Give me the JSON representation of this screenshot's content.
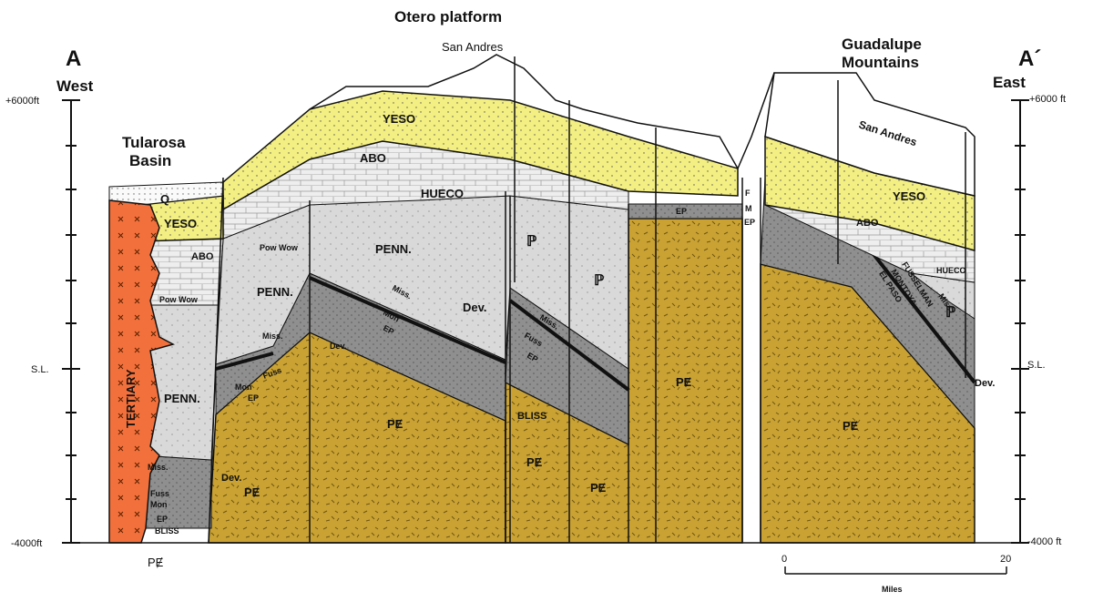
{
  "headings": {
    "a_left": "A",
    "a_right": "A´",
    "west": "West",
    "east": "East",
    "otero": "Otero platform",
    "san_andres_top": "San Andres",
    "guadalupe_1": "Guadalupe",
    "guadalupe_2": "Mountains",
    "tularosa_1": "Tularosa",
    "tularosa_2": "Basin"
  },
  "axis": {
    "left_top": "+6000ft",
    "left_sl": "S.L.",
    "left_bottom": "-4000ft",
    "right_top": "+6000 ft",
    "right_sl": "S.L.",
    "right_bottom": "-4000 ft"
  },
  "scale": {
    "start": "0",
    "end": "20",
    "unit": "Miles"
  },
  "units": {
    "yeso_main": "YESO",
    "yeso_left": "YESO",
    "yeso_right": "YESO",
    "abo_main": "ABO",
    "abo_left": "ABO",
    "abo_right": "ABO",
    "hueco_main": "HUECO",
    "hueco_right": "HUECO",
    "q": "Q",
    "powwow_1": "Pow Wow",
    "powwow_2": "Pow Wow",
    "penn_1": "PENN.",
    "penn_2": "PENN.",
    "penn_3": "PENN.",
    "tertiary": "TERTIARY",
    "san_andres_right": "San Andres",
    "ep_block": "EP",
    "f_block": "F",
    "m_block": "M",
    "ep_small": "EP",
    "dev_1": "Dev.",
    "dev_2": "Dev.",
    "dev_3": "Dev.",
    "dev_right": "Dev.",
    "miss_1": "Miss.",
    "miss_2": "Miss.",
    "miss_3": "Miss.",
    "miss_4": "Miss.",
    "miss_right": "Miss.",
    "fuss_1": "Fuss",
    "fuss_2": "Fuss",
    "fuss_3": "Fuss",
    "mon_1": "Mon",
    "mon_2": "Mon",
    "mon_3": "Mon",
    "ep_1": "EP",
    "ep_2": "EP",
    "ep_3": "EP",
    "ep_4": "EP",
    "bliss_1": "BLISS",
    "bliss_2": "BLISS",
    "pc_1": "PɆ",
    "pc_2": "PɆ",
    "pc_3": "PɆ",
    "pc_4": "PɆ",
    "pc_5": "PɆ",
    "pc_6": "PɆ",
    "pc_7": "PɆ",
    "perm_1": "ℙ",
    "perm_2": "ℙ",
    "perm_3": "ℙ",
    "fusselman": "FUSSELMAN",
    "montoya": "MONTOYA",
    "elpaso": "EL PASO"
  },
  "colors": {
    "precambrian": "#c9a233",
    "yeso": "#f3ef82",
    "tertiary": "#f2703c",
    "penn": "#d9d9d9",
    "paleozoic": "#8f8f8f",
    "hueco": "#eeeeee",
    "line": "#111111"
  }
}
